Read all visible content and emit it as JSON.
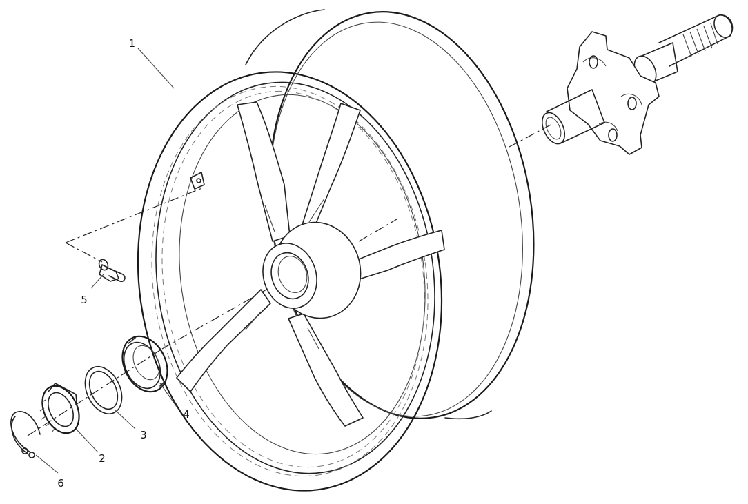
{
  "diagram": {
    "parts": [
      {
        "id": "rim",
        "name": "wheel-rim",
        "callout": "1"
      },
      {
        "id": "nut",
        "name": "ring-nut",
        "callout": "2"
      },
      {
        "id": "washer",
        "name": "washer",
        "callout": "3"
      },
      {
        "id": "seal",
        "name": "seal-ring",
        "callout": "4"
      },
      {
        "id": "valve",
        "name": "valve",
        "callout": "5"
      },
      {
        "id": "circlip",
        "name": "circlip",
        "callout": "6"
      },
      {
        "id": "hub",
        "name": "hub-shaft",
        "callout": ""
      }
    ]
  },
  "colors": {
    "line": "#222222",
    "background": "#ffffff"
  }
}
